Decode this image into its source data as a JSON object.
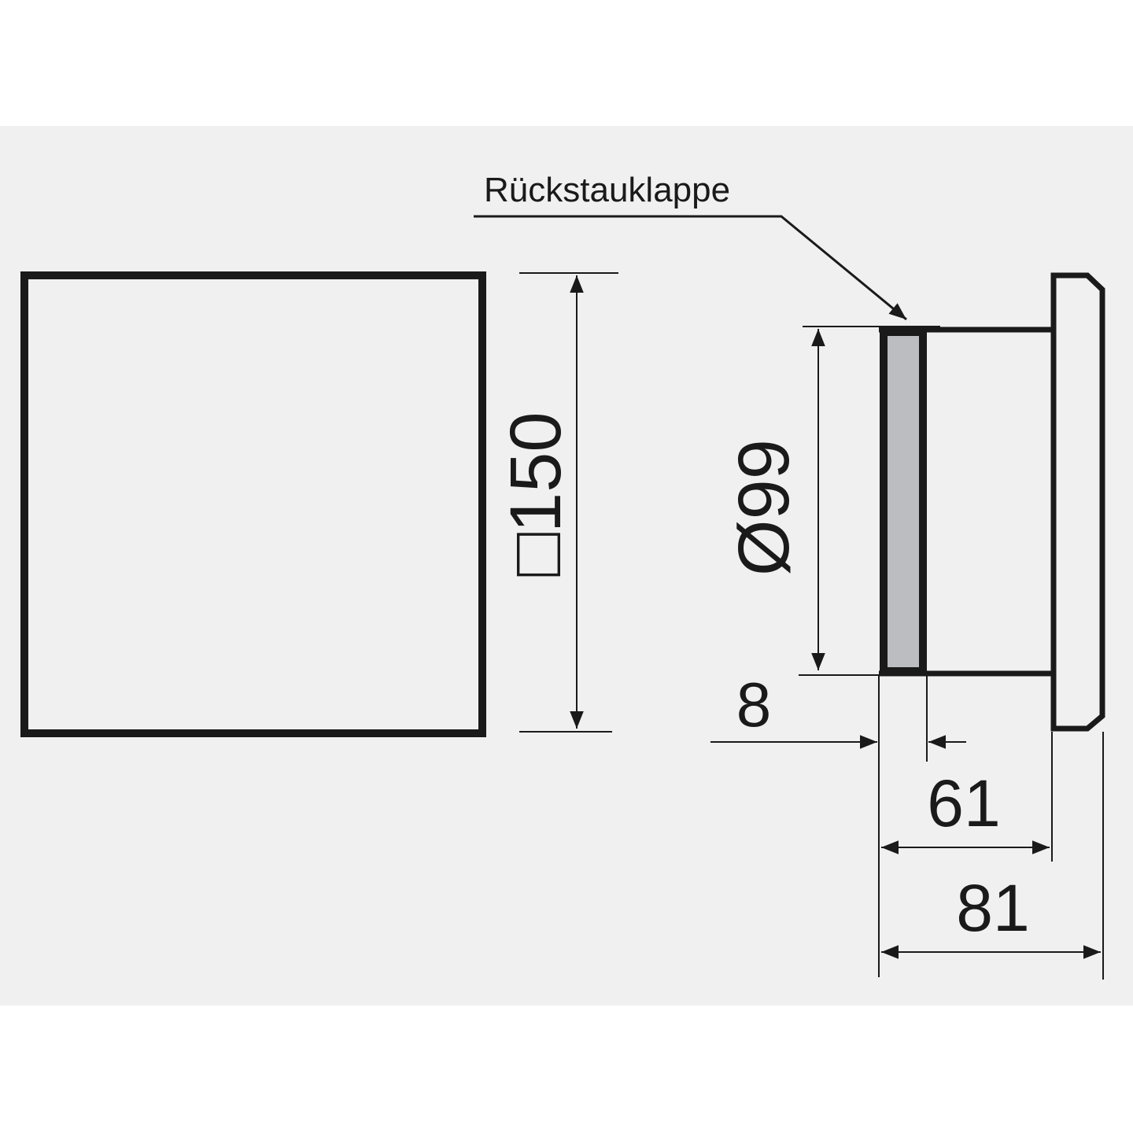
{
  "label": "Rückstauklappe",
  "dimensions": {
    "square_side": "□150",
    "diameter": "Ø99",
    "flap_depth": "8",
    "body_depth": "61",
    "total_depth": "81"
  },
  "colors": {
    "background": "#f0f0f0",
    "stroke": "#1a1a1a",
    "flap_fill": "#bcbdc1"
  }
}
